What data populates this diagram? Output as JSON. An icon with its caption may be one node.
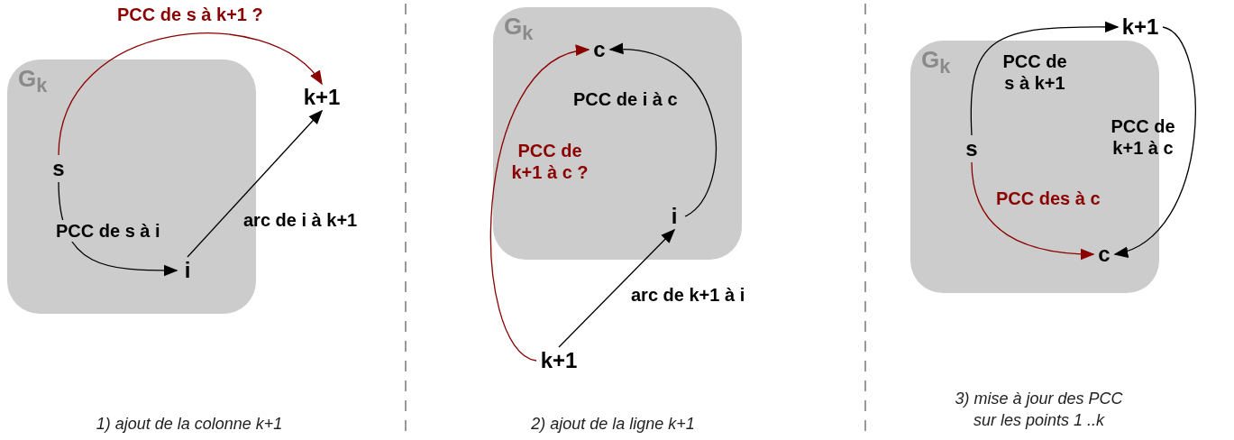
{
  "diagram": {
    "nodes": [
      {
        "text": [
          "G$_{k}$"
        ]
      },
      {
        "text": [
          "s"
        ],
        "in": 0
      },
      {
        "text": [
          "i"
        ],
        "in": 0
      },
      {
        "text": [
          "k+1"
        ]
      },
      {
        "text": [
          "G$_{k}$"
        ]
      },
      {
        "text": [
          "c"
        ],
        "in": 4
      },
      {
        "text": [
          "i"
        ],
        "in": 4
      },
      {
        "text": [
          "k+1"
        ]
      },
      {
        "text": [
          "G$_{k}$"
        ]
      },
      {
        "text": [
          "s"
        ],
        "in": 8
      },
      {
        "text": [
          "c"
        ],
        "in": 8
      },
      {
        "text": [
          "k+1"
        ]
      }
    ],
    "edges": [
      {
        "from": 1,
        "to": 3,
        "arrow": "to",
        "label": "PCC de s à k+1 ?",
        "color": "#8b0000"
      },
      {
        "from": 1,
        "to": 2,
        "arrow": "to",
        "label": "PCC de s à i"
      },
      {
        "from": 2,
        "to": 3,
        "arrow": "to",
        "label": "arc de i à k+1"
      },
      {
        "from": 7,
        "to": 5,
        "arrow": "to",
        "label": "PCC de k+1 à c ?",
        "color": "#8b0000"
      },
      {
        "from": 6,
        "to": 5,
        "arrow": "to",
        "label": "PCC de i à c"
      },
      {
        "from": 7,
        "to": 6,
        "arrow": "to",
        "label": "arc de k+1 à i"
      },
      {
        "from": 9,
        "to": 11,
        "arrow": "to",
        "label": "PCC de s à k+1"
      },
      {
        "from": 11,
        "to": 10,
        "arrow": "to",
        "label": "PCC de k+1 à c"
      },
      {
        "from": 9,
        "to": 10,
        "arrow": "to",
        "label": "PCC des à c",
        "color": "#8b0000"
      }
    ],
    "labels": [
      "1) ajout de la colonne k+1",
      "2) ajout de la ligne k+1",
      "3) mise à jour des PCC sur les points 1 ..k"
    ]
  }
}
